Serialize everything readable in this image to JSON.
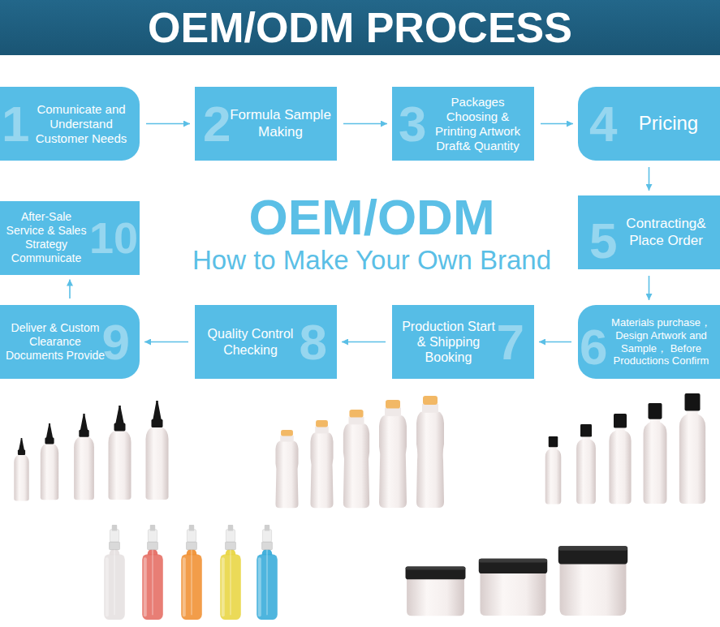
{
  "diagram": {
    "title": "OEM/ODM PROCESS",
    "nodes": [
      {
        "text": [
          "1",
          "Comunicate and Understand Customer Needs"
        ]
      },
      {
        "text": [
          "2",
          "Formula Sample Making"
        ]
      },
      {
        "text": [
          "3",
          "Packages Choosing & Printing Artwork Draft& Quantity"
        ]
      },
      {
        "text": [
          "4",
          "Pricing"
        ]
      },
      {
        "text": [
          "5",
          "Contracting& Place Order"
        ]
      },
      {
        "text": [
          "6",
          "Materials purchase， Design Artwork and Sample， Before Productions Confirm"
        ]
      },
      {
        "text": [
          "7",
          "Production Start & Shipping Booking"
        ]
      },
      {
        "text": [
          "8",
          "Quality Control Checking"
        ]
      },
      {
        "text": [
          "9",
          "Deliver & Custom Clearance Documents Provide"
        ]
      },
      {
        "text": [
          "10",
          "After-Sale Service & Sales Strategy Communicate"
        ]
      }
    ],
    "edges": [
      {
        "from": 0,
        "to": 1,
        "arrow": "to"
      },
      {
        "from": 1,
        "to": 2,
        "arrow": "to"
      },
      {
        "from": 2,
        "to": 3,
        "arrow": "to"
      },
      {
        "from": 3,
        "to": 4,
        "arrow": "to"
      },
      {
        "from": 4,
        "to": 5,
        "arrow": "to"
      },
      {
        "from": 5,
        "to": 6,
        "arrow": "to"
      },
      {
        "from": 6,
        "to": 7,
        "arrow": "to"
      },
      {
        "from": 7,
        "to": 8,
        "arrow": "to"
      },
      {
        "from": 8,
        "to": 9,
        "arrow": "to"
      }
    ],
    "labels": [
      "OEM/ODM",
      "How to Make Your Own Brand"
    ]
  }
}
